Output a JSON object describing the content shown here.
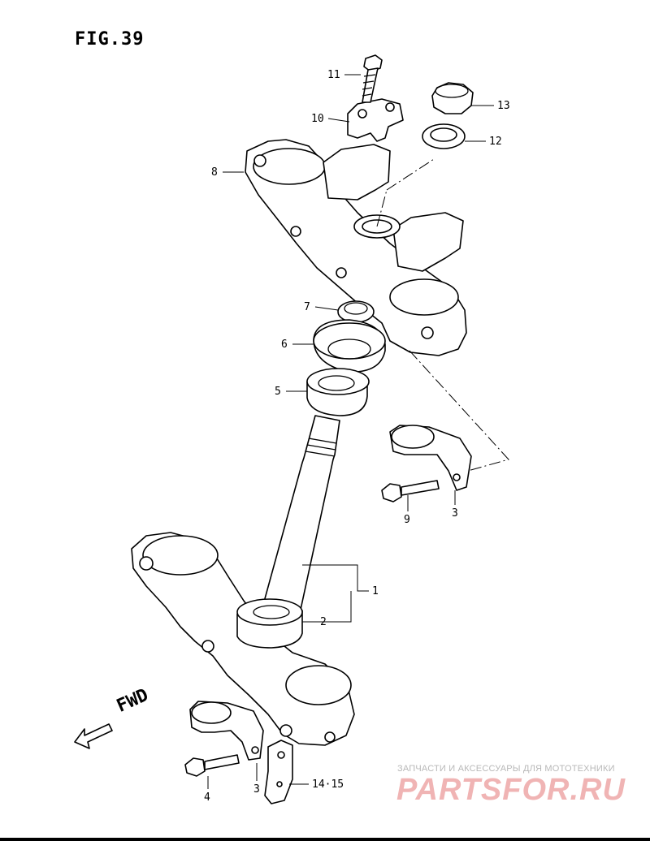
{
  "figure": {
    "title": "FIG.39"
  },
  "callouts": {
    "c1": "1",
    "c2": "2",
    "c3a": "3",
    "c3b": "3",
    "c4": "4",
    "c5": "5",
    "c6": "6",
    "c7": "7",
    "c8": "8",
    "c9": "9",
    "c10": "10",
    "c11": "11",
    "c12": "12",
    "c13": "13",
    "c1415": "14·15"
  },
  "direction": {
    "label": "FWD"
  },
  "watermark": {
    "tagline": "ЗАПЧАСТИ И АКСЕССУАРЫ ДЛЯ МОТОТЕХНИКИ",
    "logo": "PARTSFOR.RU"
  }
}
